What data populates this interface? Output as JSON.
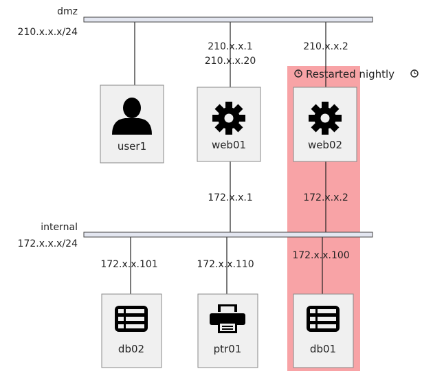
{
  "networks": {
    "dmz": {
      "name": "dmz",
      "subnet": "210.x.x.x/24"
    },
    "internal": {
      "name": "internal",
      "subnet": "172.x.x.x/24"
    }
  },
  "group": {
    "label": "Restarted nightly",
    "color": "#f8a3a6"
  },
  "nodes": {
    "user1": {
      "label": "user1",
      "icon": "user-icon"
    },
    "web01": {
      "label": "web01",
      "icon": "gear-icon"
    },
    "web02": {
      "label": "web02",
      "icon": "gear-icon"
    },
    "db02": {
      "label": "db02",
      "icon": "database-icon"
    },
    "ptr01": {
      "label": "ptr01",
      "icon": "printer-icon"
    },
    "db01": {
      "label": "db01",
      "icon": "database-icon"
    }
  },
  "addresses": {
    "web01_dmz_1": "210.x.x.1",
    "web01_dmz_2": "210.x.x.20",
    "web02_dmz": "210.x.x.2",
    "web01_internal": "172.x.x.1",
    "web02_internal": "172.x.x.2",
    "db02_internal": "172.x.x.101",
    "ptr01_internal": "172.x.x.110",
    "db01_internal": "172.x.x.100"
  },
  "colors": {
    "bus_fill": "#e3e6f0",
    "node_fill": "#f0f0f0",
    "node_border": "#888888",
    "icon": "#000000"
  }
}
